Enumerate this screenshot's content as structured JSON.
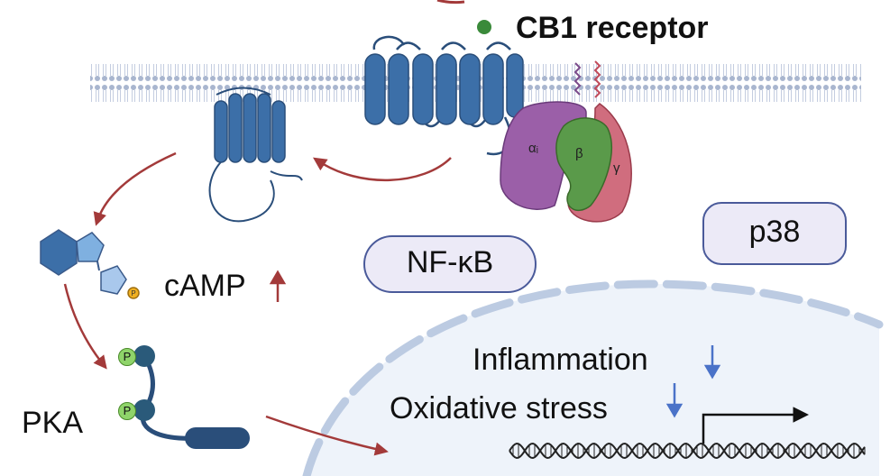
{
  "labels": {
    "receptor": "CB1 receptor",
    "camp": "cAMP",
    "pka": "PKA",
    "nfkb": "NF-κB",
    "p38": "p38",
    "inflammation": "Inflammation",
    "oxidative": "Oxidative stress",
    "alpha": "αᵢ",
    "beta": "β",
    "gamma": "γ",
    "phospho": "P"
  },
  "arrows": {
    "up": "↑",
    "down": "↓"
  },
  "colors": {
    "membrane": "#a9b6cf",
    "helix": "#3c6fa8",
    "arrow": "#a33a3a",
    "down_arrow": "#4a72c8",
    "alpha": "#9b5fa8",
    "beta": "#5a9a4a",
    "gamma": "#d06d7e",
    "ligand": "#3a8a3a",
    "pill_fill": "#eceaf7",
    "pill_stroke": "#4a5a9a",
    "nucleus": "#eef3fa"
  }
}
